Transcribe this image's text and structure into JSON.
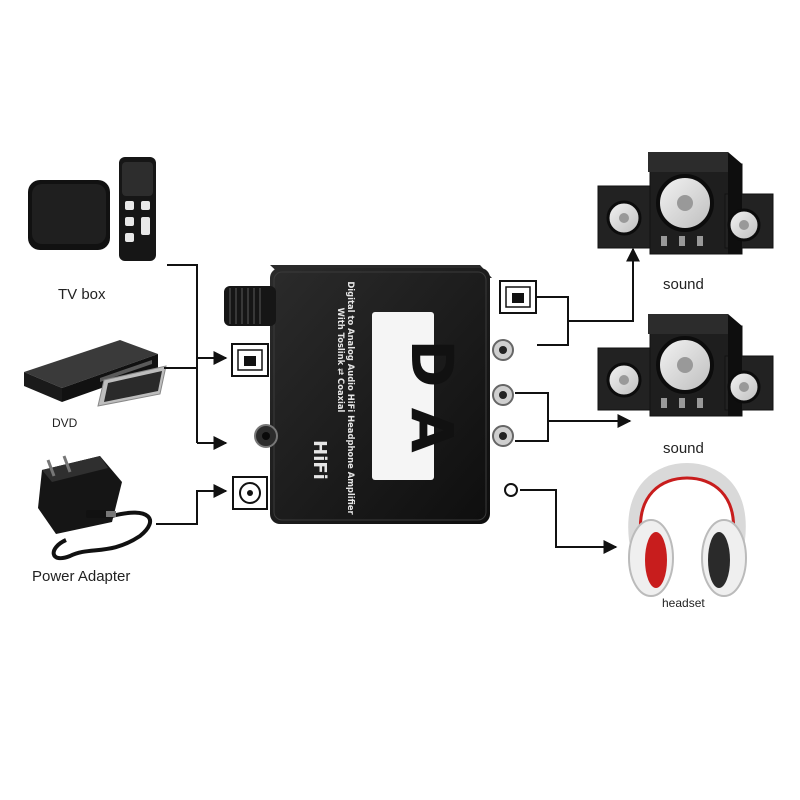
{
  "sources": {
    "tv_box": "TV box",
    "dvd": "DVD",
    "power": "Power Adapter"
  },
  "outputs": {
    "sound_1": "sound",
    "sound_2": "sound",
    "headset": "headset"
  },
  "device": {
    "badge": "D A",
    "hifi": "HiFi",
    "caption_line1": "Digital to Analog Audio HiFi Headphone Amplifier",
    "caption_line2": "With Toslink ⇄ Coaxial"
  },
  "colors": {
    "line": "#111111",
    "device_body": "#1b1b1b",
    "speaker_body": "#1e1e1e",
    "headphone_band": "#c81d1d"
  }
}
